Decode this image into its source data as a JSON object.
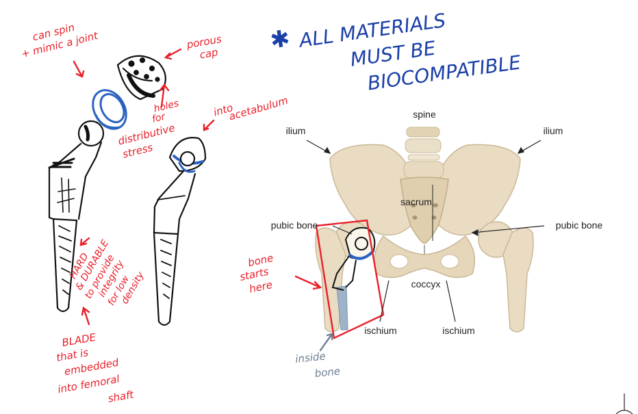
{
  "title_note": {
    "lines": [
      "ALL MATERIALS",
      "MUST BE",
      "BIOCOMPATIBLE"
    ]
  },
  "annotations": {
    "spin": [
      "can spin",
      "+ mimic a joint"
    ],
    "porous": [
      "porous",
      "cap"
    ],
    "holes": [
      "holes",
      "for",
      "distributive",
      "stress"
    ],
    "acetabulum": [
      "into",
      "acetabulum"
    ],
    "hard": [
      "HARD",
      "& DURABLE",
      "to provide",
      "integrity",
      "for low",
      "density"
    ],
    "blade": [
      "BLADE",
      "that is",
      "embedded",
      "into femoral",
      "shaft"
    ],
    "bone_starts": [
      "bone",
      "starts",
      "here"
    ],
    "inside_bone": [
      "inside",
      "bone"
    ]
  },
  "anatomy_labels": {
    "spine": "spine",
    "ilium_left": "ilium",
    "ilium_right": "ilium",
    "sacrum": "sacrum",
    "pubic_left": "pubic bone",
    "pubic_right": "pubic bone",
    "coccyx": "coccyx",
    "ischium_left": "ischium",
    "ischium_right": "ischium"
  },
  "colors": {
    "red_ink": "#e8202a",
    "blue_ink": "#1a3fa8",
    "implant_blue": "#3a78c8",
    "bone": "#e9dcc3",
    "bone_shadow": "#c9b896",
    "stem_gray": "#9fb3c8"
  }
}
